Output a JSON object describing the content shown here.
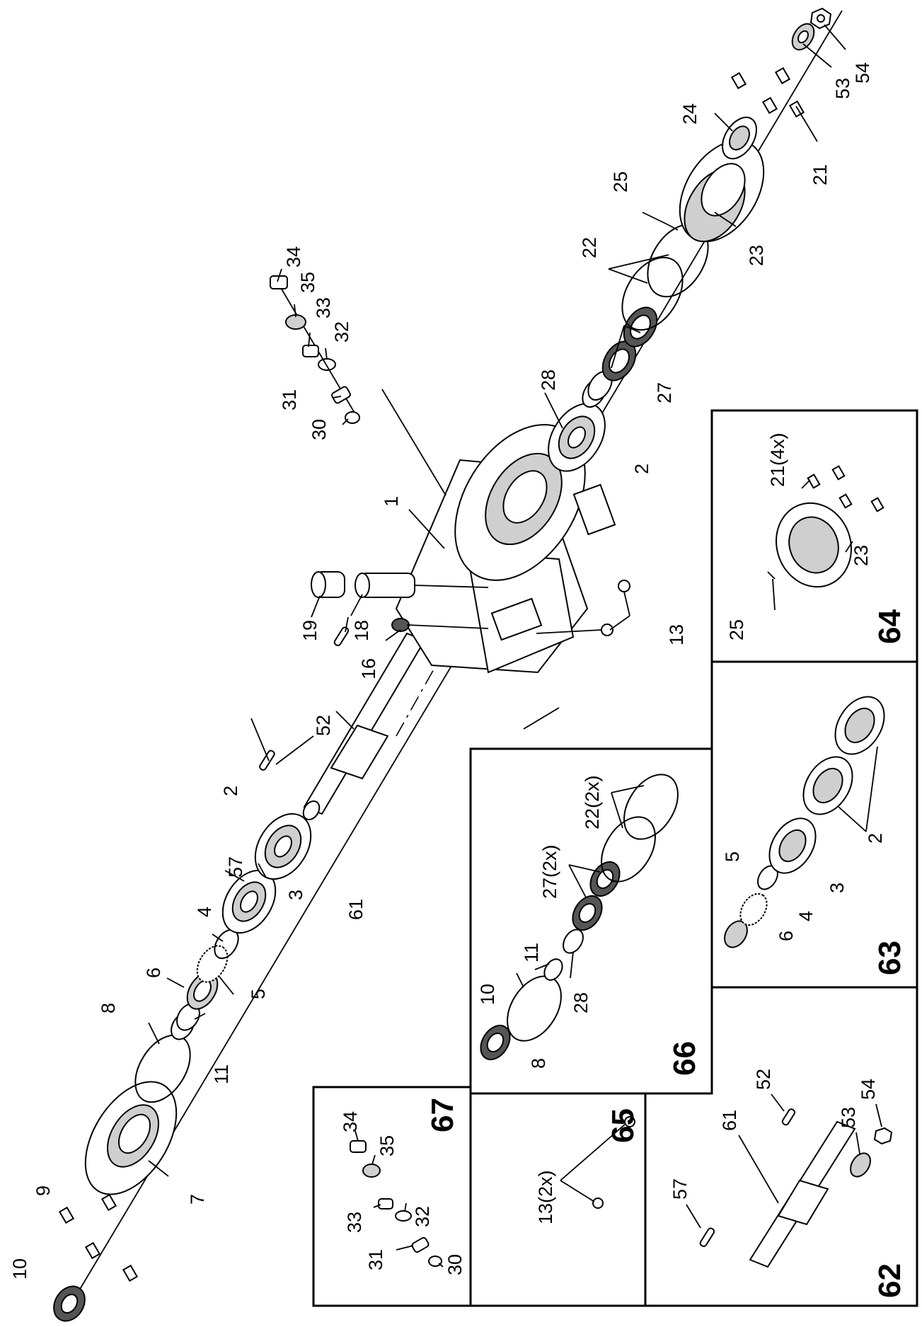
{
  "diagram": {
    "labels": {
      "l1": "1",
      "l2a": "2",
      "l2b": "2",
      "l3": "3",
      "l4": "4",
      "l5": "5",
      "l6": "6",
      "l7": "7",
      "l8": "8",
      "l9": "9",
      "l10": "10",
      "l11": "11",
      "l13": "13",
      "l16": "16",
      "l18": "18",
      "l19": "19",
      "l21": "21",
      "l22": "22",
      "l23": "23",
      "l24": "24",
      "l25": "25",
      "l27": "27",
      "l28": "28",
      "l30": "30",
      "l31": "31",
      "l32": "32",
      "l33": "33",
      "l34": "34",
      "l35": "35",
      "l52": "52",
      "l53": "53",
      "l54": "54",
      "l57": "57",
      "l61": "61"
    },
    "kits": [
      {
        "number": "62",
        "labels": {
          "a": "57",
          "b": "61",
          "c": "52",
          "d": "53",
          "e": "54"
        }
      },
      {
        "number": "63",
        "labels": {
          "a": "6",
          "b": "5",
          "c": "4",
          "d": "3",
          "e": "2"
        }
      },
      {
        "number": "64",
        "labels": {
          "a": "25",
          "b": "23",
          "c": "21(4x)"
        }
      },
      {
        "number": "65",
        "labels": {
          "a": "13(2x)"
        }
      },
      {
        "number": "66",
        "labels": {
          "a": "10",
          "b": "8",
          "c": "11",
          "d": "28",
          "e": "27(2x)",
          "f": "22(2x)"
        }
      },
      {
        "number": "67",
        "labels": {
          "a": "34",
          "b": "35",
          "c": "33",
          "d": "32",
          "e": "31",
          "f": "30"
        }
      }
    ]
  }
}
